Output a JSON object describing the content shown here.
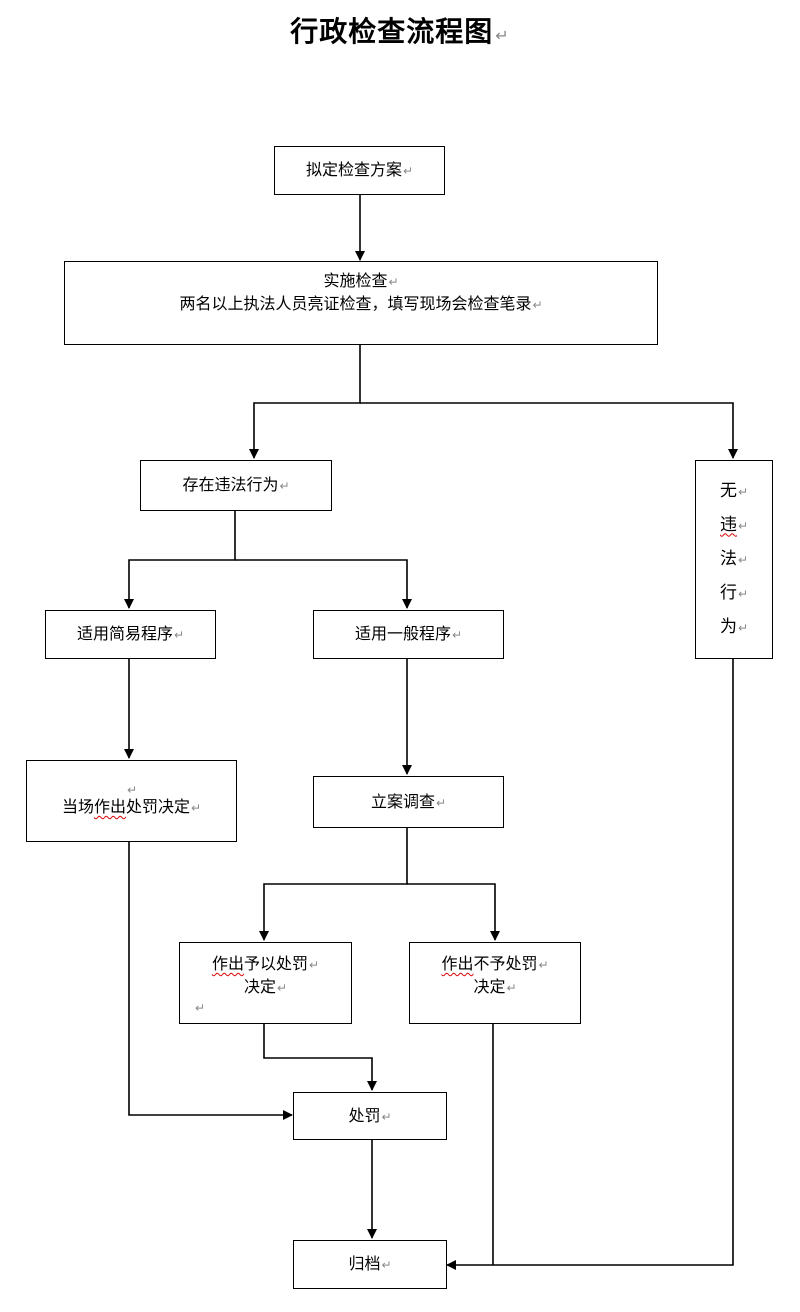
{
  "title": "行政检查流程图",
  "para_mark": "↵",
  "nodes": {
    "plan": "拟定检查方案",
    "implement_line1": "实施检查",
    "implement_line2": "两名以上执法人员亮证检查，填写现场会检查笔录",
    "violation": "存在违法行为",
    "no_violation": [
      "无",
      "违",
      "法",
      "行",
      "为"
    ],
    "simple": "适用简易程序",
    "general": "适用一般程序",
    "onsite_pre": "当场",
    "onsite_mark": "作出",
    "onsite_post": "处罚决定",
    "case": "立案调查",
    "punish_decide_mark": "作出",
    "punish_decide_rest": "予以处罚",
    "punish_decide_line2": "决定",
    "no_punish_mark": "作出",
    "no_punish_rest": "不予处罚",
    "no_punish_line2": "决定",
    "penalty": "处罚",
    "archive": "归档"
  }
}
